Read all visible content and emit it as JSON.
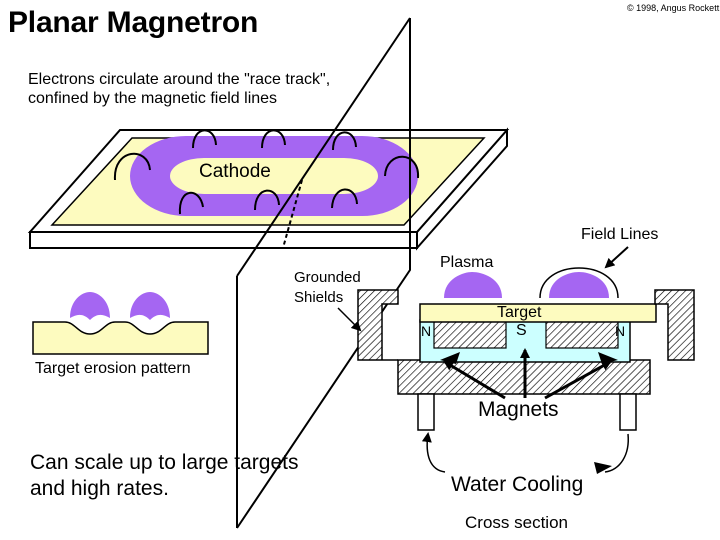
{
  "title": "Planar Magnetron",
  "copyright": "© 1998, Angus Rockett",
  "intro": "Electrons circulate around the \"race track\", confined by the magnetic field lines",
  "labels": {
    "cathode": "Cathode",
    "field_lines": "Field Lines",
    "plasma": "Plasma",
    "grounded_shields": "Grounded Shields",
    "target": "Target",
    "north_left": "N",
    "south": "S",
    "north_right": "N",
    "erosion": "Target erosion pattern",
    "magnets": "Magnets",
    "scale": "Can scale up to large targets and high rates.",
    "water_cooling": "Water Cooling",
    "cross_section": "Cross section"
  },
  "colors": {
    "racetrack": "#a566f2",
    "target_yellow": "#fdfbbf",
    "magnet_cyan": "#ccffff",
    "hatch": "#000000",
    "outline": "#000000"
  }
}
